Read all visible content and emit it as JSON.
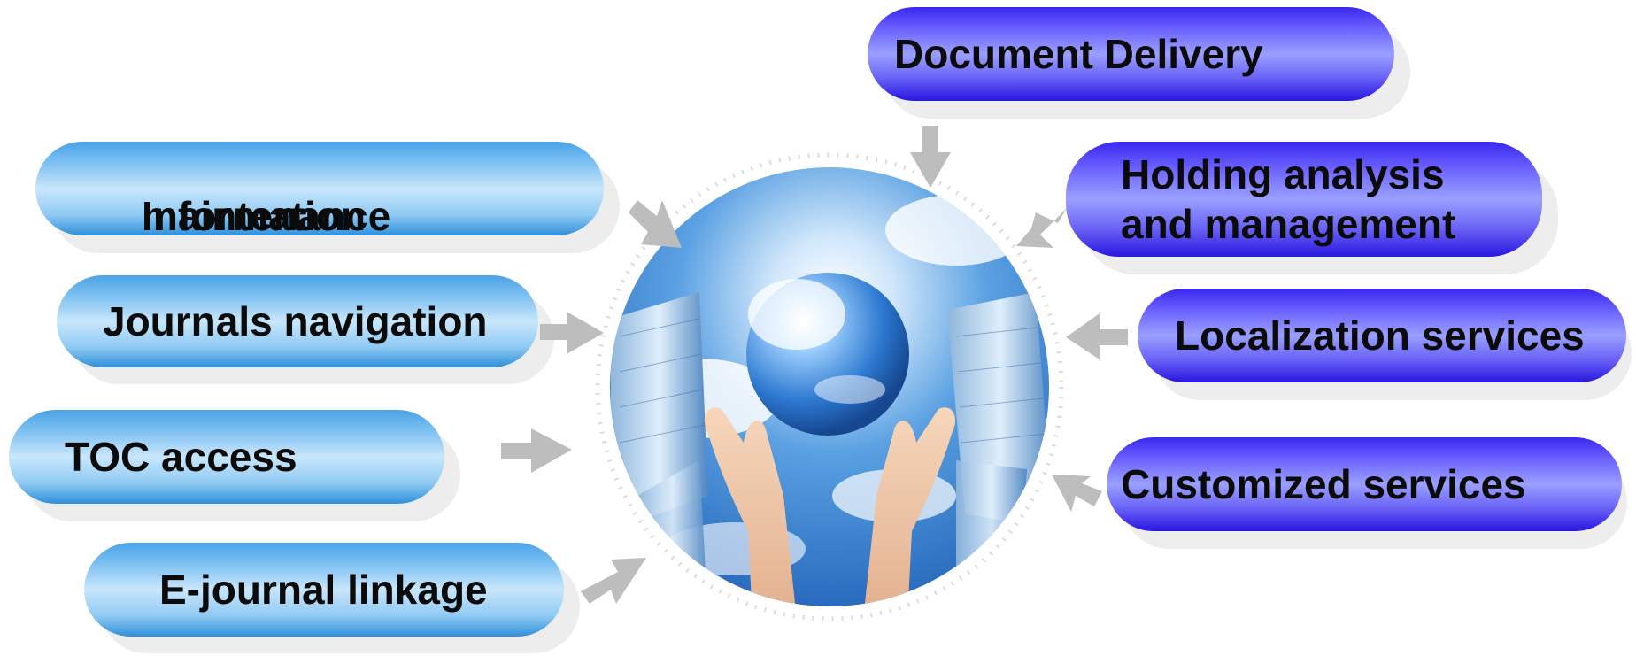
{
  "left_items": [
    {
      "label_line1": "Information",
      "label_line2": "maintenance"
    },
    {
      "label": "Journals navigation"
    },
    {
      "label": "TOC access"
    },
    {
      "label": "E-journal linkage"
    }
  ],
  "right_items": [
    {
      "label": "Document Delivery"
    },
    {
      "label_line1": "Holding analysis",
      "label_line2": "and management"
    },
    {
      "label": "Localization services"
    },
    {
      "label": "Customized services"
    }
  ],
  "colors": {
    "left_pill": "#7cc0f2",
    "right_pill": "#6f66ff",
    "arrow": "#bdbdbd",
    "center_sky": "#2a6fc4"
  },
  "center_image": "hands-holding-globe-with-skyscrapers"
}
